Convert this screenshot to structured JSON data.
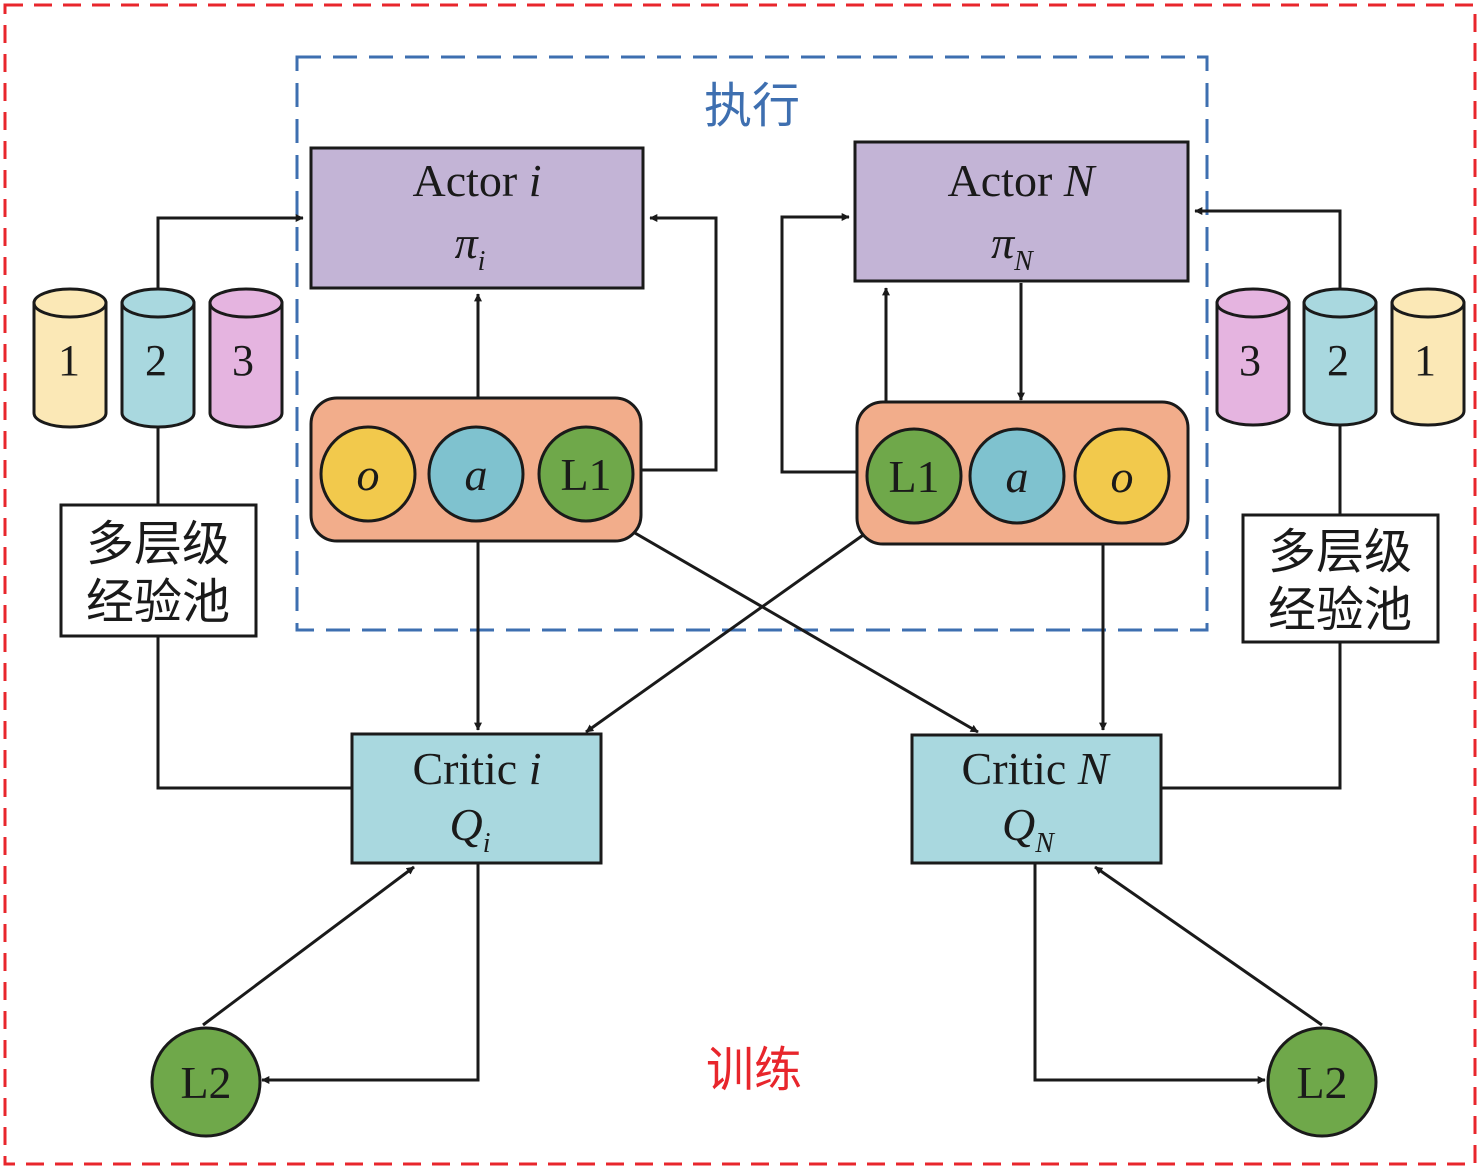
{
  "colors": {
    "training_border": "#e8262c",
    "execution_border": "#3e6fb0",
    "actor_fill": "#c3b4d6",
    "critic_fill": "#a9d8df",
    "group_fill": "#f2ad8b",
    "node_o": "#f2c94c",
    "node_a": "#7fc2cf",
    "node_l": "#6fa84a",
    "cyl1": "#fbe8b6",
    "cyl2": "#a9d8df",
    "cyl3": "#e5b4e0"
  },
  "labels": {
    "execution": "执行",
    "training": "训练"
  },
  "actor_i": {
    "name": "Actor ",
    "idx": "i",
    "policy": "π",
    "policy_sub": "i"
  },
  "actor_n": {
    "name": "Actor ",
    "idx": "N",
    "policy": "π",
    "policy_sub": "N"
  },
  "critic_i": {
    "name": "Critic ",
    "idx": "i",
    "q": "Q",
    "q_sub": "i"
  },
  "critic_n": {
    "name": "Critic ",
    "idx": "N",
    "q": "Q",
    "q_sub": "N"
  },
  "group_i": {
    "o": "o",
    "a": "a",
    "l1": "L1"
  },
  "group_n": {
    "l1": "L1",
    "a": "a",
    "o": "o"
  },
  "pool_left": {
    "line1": "多层级",
    "line2": "经验池",
    "cyl": [
      "1",
      "2",
      "3"
    ]
  },
  "pool_right": {
    "line1": "多层级",
    "line2": "经验池",
    "cyl": [
      "3",
      "2",
      "1"
    ]
  },
  "l2_left": "L2",
  "l2_right": "L2"
}
